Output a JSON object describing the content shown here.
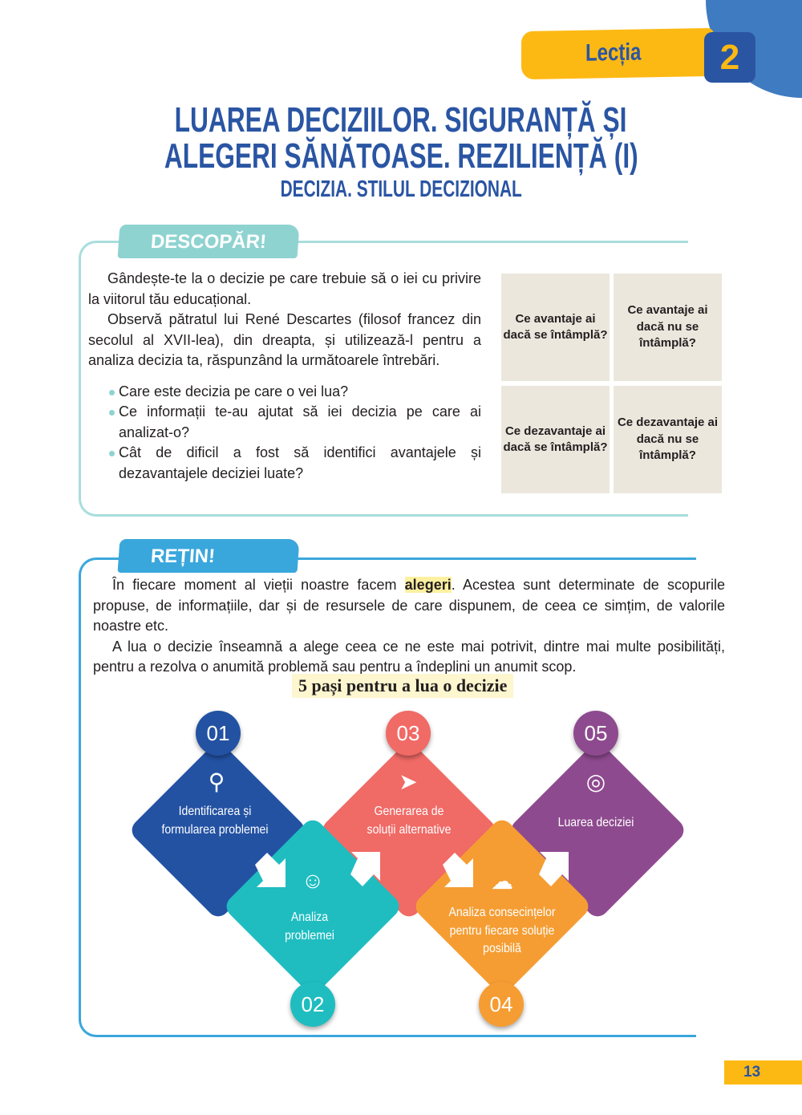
{
  "header": {
    "lesson_label": "Lecția",
    "lesson_number": "2"
  },
  "title": {
    "line1": "LUAREA DECIZIILOR. SIGURANȚĂ ȘI",
    "line2": "ALEGERI SĂNĂTOASE. REZILIENȚĂ (I)",
    "subtitle": "DECIZIA. STILUL DECIZIONAL"
  },
  "descopar": {
    "tab": "DESCOPĂR!",
    "p1": "Gândește-te la o decizie pe care trebuie să o iei cu privire la viitorul tău educațional.",
    "p2": "Observă pătratul lui René Descartes (filosof francez din secolul al XVII-lea), din dreapta, și utilizează-l pentru a analiza decizia ta, răspunzând la următoarele întrebări.",
    "bullets": [
      "Care este decizia pe care o vei lua?",
      "Ce informații te-au ajutat să iei decizia pe care ai analizat-o?",
      "Cât de dificil a fost să identifici avantajele și dezavantajele deciziei luate?"
    ],
    "grid": [
      "Ce avantaje ai dacă se întâmplă?",
      "Ce avantaje ai dacă nu se întâmplă?",
      "Ce dezavantaje ai dacă se întâmplă?",
      "Ce dezavantaje ai dacă nu se întâmplă?"
    ]
  },
  "retin": {
    "tab": "REȚIN!",
    "p1_before": "În fiecare moment al vieții noastre facem ",
    "p1_bold": "alegeri",
    "p1_after": ". Acestea sunt determinate de scopurile propuse, de informațiile, dar și de resursele de care dispunem, de ceea ce simțim, de valorile noastre etc.",
    "p2": "A lua o decizie înseamnă a alege ceea ce ne este mai potrivit, dintre mai multe posibilități, pentru a rezolva o anumită problemă sau pentru a îndeplini un anumit scop."
  },
  "infographic": {
    "title": "5 pași pentru a lua o decizie",
    "steps": [
      {
        "num": "01",
        "label": "Identificarea și formularea problemei",
        "icon": "magnifier-icon",
        "color": "#2352a3"
      },
      {
        "num": "02",
        "label": "Analiza problemei",
        "icon": "brain-head-icon",
        "color": "#1fbdc0"
      },
      {
        "num": "03",
        "label": "Generarea de soluții alternative",
        "icon": "rocket-icon",
        "color": "#f06a66"
      },
      {
        "num": "04",
        "label": "Analiza consecințelor pentru fiecare soluție posibilă",
        "icon": "cloud-gear-icon",
        "color": "#f59d33"
      },
      {
        "num": "05",
        "label": "Luarea deciziei",
        "icon": "target-icon",
        "color": "#8e4a8f"
      }
    ]
  },
  "page_number": "13"
}
